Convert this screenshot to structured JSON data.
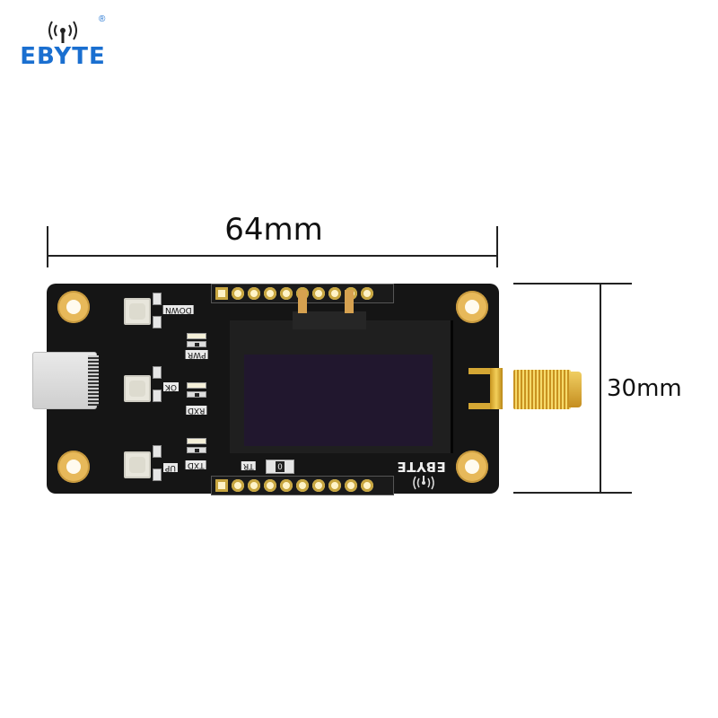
{
  "brand": {
    "name": "EBYTE",
    "registered_mark": "®",
    "color": "#1a6fd0"
  },
  "dimensions": {
    "width_label": "64mm",
    "height_label": "30mm"
  },
  "board": {
    "color": "#151515",
    "silkscreen_brand": "EBYTE",
    "buttons": [
      {
        "label": "DOWN"
      },
      {
        "label": "OK"
      },
      {
        "label": "UP"
      }
    ],
    "leds": [
      {
        "label": "PWR"
      },
      {
        "label": "RXD"
      },
      {
        "label": "TXD"
      }
    ],
    "switch": {
      "label": "TR",
      "state": "0"
    },
    "header_top_pins": 10,
    "header_bottom_pins": 10,
    "connectors": {
      "usb": "USB Type-C",
      "antenna": "SMA"
    },
    "display": "OLED"
  }
}
